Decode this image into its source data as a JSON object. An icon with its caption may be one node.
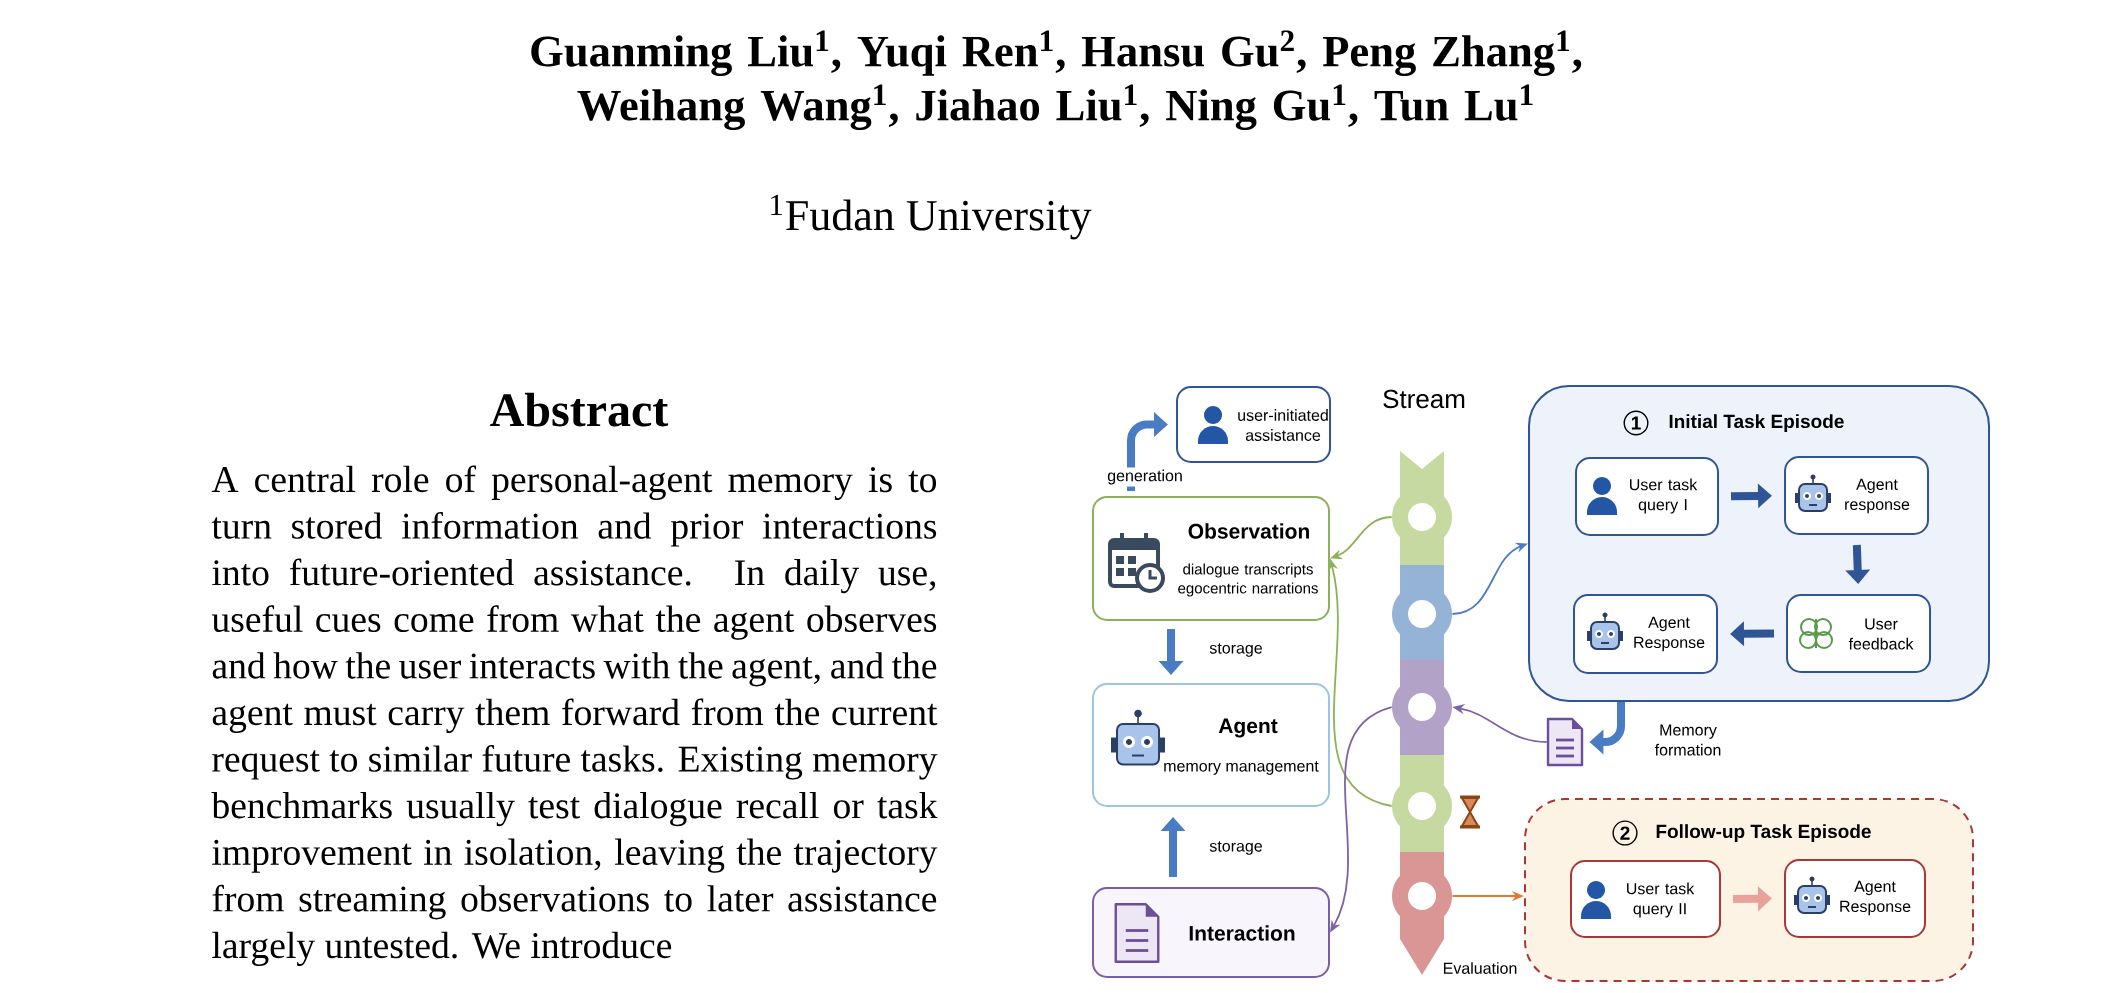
{
  "diagram": {
    "nodes": [
      {
        "text": [
          "user-initiated assistance"
        ]
      },
      {
        "text": [
          "Observation",
          "dialogue transcripts egocentric narrations"
        ]
      },
      {
        "text": [
          "Agent",
          "memory management"
        ]
      },
      {
        "text": [
          "Interaction"
        ]
      },
      {
        "text": [],
        "shape": "circle"
      },
      {
        "text": [],
        "shape": "circle"
      },
      {
        "text": [],
        "shape": "circle"
      },
      {
        "text": [],
        "shape": "circle"
      },
      {
        "text": [],
        "shape": "circle"
      },
      {
        "text": [
          "1",
          "Initial Task Episode"
        ]
      },
      {
        "text": [
          "User task query I"
        ],
        "in": 9
      },
      {
        "text": [
          "Agent response"
        ],
        "in": 9
      },
      {
        "text": [
          "Agent Response"
        ],
        "in": 9
      },
      {
        "text": [
          "User feedback"
        ],
        "in": 9
      },
      {
        "text": [],
        "shape": "document"
      },
      {
        "text": [
          "2",
          "Follow-up Task Episode"
        ]
      },
      {
        "text": [
          "User task query II"
        ],
        "in": 15
      },
      {
        "text": [
          "Agent Response"
        ],
        "in": 15
      }
    ],
    "edges": [
      {
        "from": 1,
        "to": 0,
        "arrow": "to",
        "label": "generation"
      },
      {
        "from": 1,
        "to": 2,
        "arrow": "to",
        "label": "storage"
      },
      {
        "from": 3,
        "to": 2,
        "arrow": "to",
        "label": "storage"
      },
      {
        "from": 4,
        "to": 1,
        "arrow": "to",
        "color": "#8db255"
      },
      {
        "from": 7,
        "to": 1,
        "arrow": "to",
        "color": "#8db255"
      },
      {
        "from": 5,
        "to": 9,
        "arrow": "to"
      },
      {
        "from": 14,
        "to": 6,
        "arrow": "to",
        "color": "#7e62a8"
      },
      {
        "from": 6,
        "to": 3,
        "arrow": "to",
        "color": "#7e62a8"
      },
      {
        "from": 8,
        "to": 15,
        "arrow": "to",
        "color": "#e07a2e"
      },
      {
        "from": 9,
        "to": 14,
        "arrow": "to",
        "label": "Memory formation"
      },
      {
        "from": 10,
        "to": 11,
        "arrow": "to",
        "color": "#2f5597"
      },
      {
        "from": 11,
        "to": 13,
        "arrow": "to",
        "color": "#2f5597"
      },
      {
        "from": 13,
        "to": 12,
        "arrow": "to",
        "color": "#2f5597"
      },
      {
        "from": 16,
        "to": 17,
        "arrow": "to",
        "color": "#e8a29b"
      }
    ],
    "labels": [
      "Guanming Liu$^{1}$, Yuqi Ren$^{1}$, Hansu Gu$^{2}$, Peng Zhang$^{1}$, Weihang Wang$^{1}$, Jiahao Liu$^{1}$, Ning Gu$^{1}$, Tun Lu$^{1}$",
      "$^{1}$Fudan University",
      "Abstract",
      "A central role of personal-agent memory is to turn stored information and prior interactions into future-oriented assistance. In daily use, useful cues come from what the agent observes and how the user interacts with the agent, and the agent must carry them forward from the current request to similar future tasks. Existing memory benchmarks usually test dialogue recall or task improvement in isolation, leaving the trajectory from streaming observations to later assistance largely untested. We introduce",
      "Stream",
      "Evaluation"
    ]
  }
}
